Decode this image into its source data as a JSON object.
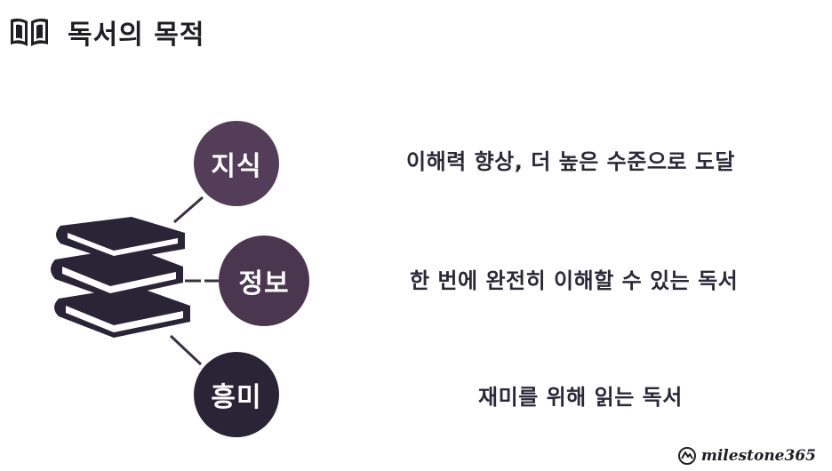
{
  "header": {
    "title": "독서의 목적",
    "icon": "open-book-icon"
  },
  "graphic": {
    "icon": "book-stack-icon"
  },
  "items": [
    {
      "label": "지식",
      "description": "이해력 향상, 더 높은 수준으로 도달",
      "color": "#533d58"
    },
    {
      "label": "정보",
      "description": "한 번에 완전히 이해할 수 있는 독서",
      "color": "#4a364f"
    },
    {
      "label": "흥미",
      "description": "재미를 위해 읽는 독서",
      "color": "#292536"
    }
  ],
  "footer": {
    "brand": "milestone365",
    "icon": "milestone-logo-icon"
  }
}
